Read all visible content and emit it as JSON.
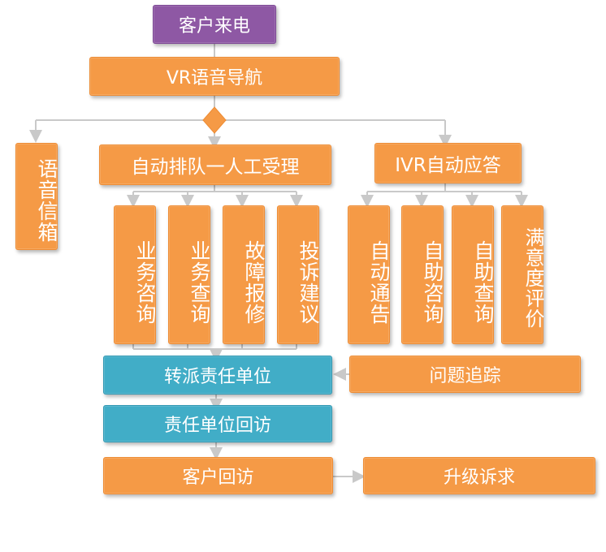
{
  "flow": {
    "customer_call": "客户来电",
    "vr_navigation": "VR语音导航",
    "voicemail": "语音信箱",
    "auto_queue": "自动排队一人工受理",
    "ivr": "IVR自动应答",
    "manual_items": [
      "业务咨询",
      "业务查询",
      "故障报修",
      "投诉建议"
    ],
    "ivr_items": [
      "自动通告",
      "自助咨询",
      "自助查询",
      "满意度评价"
    ],
    "dispatch": "转派责任单位",
    "issue_tracking": "问题追踪",
    "unit_revisit": "责任单位回访",
    "customer_revisit": "客户回访",
    "escalation": "升级诉求"
  },
  "colors": {
    "orange": "#f59a46",
    "purple": "#8e58a4",
    "teal": "#41adc7",
    "connector": "#c9c9c9"
  }
}
